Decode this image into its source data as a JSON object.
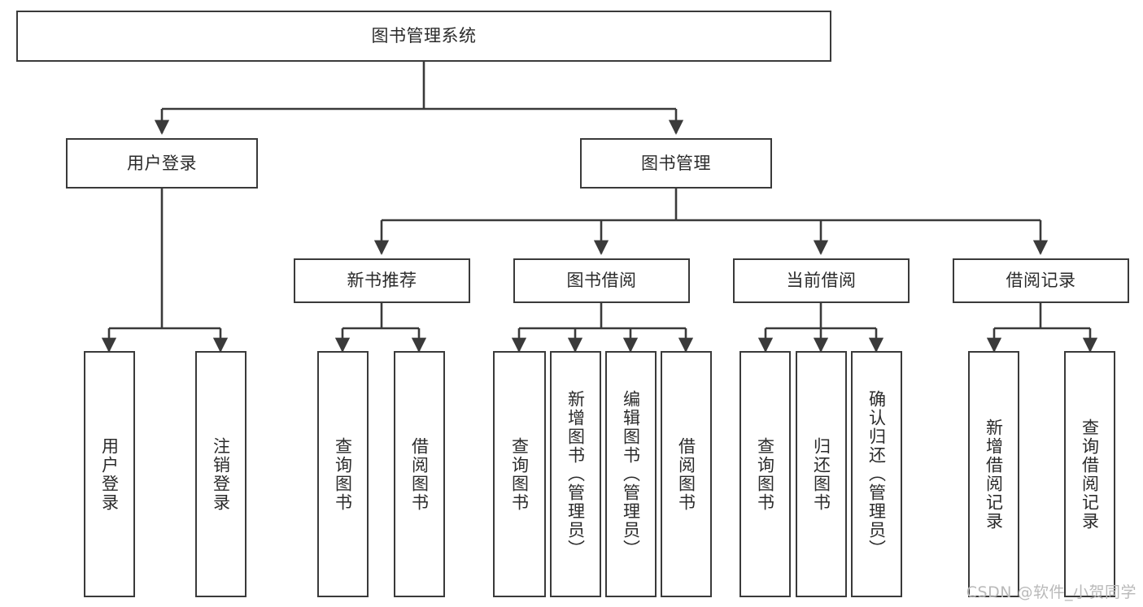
{
  "diagram": {
    "title": "图书管理系统",
    "watermark": "CSDN @软件_小贺同学",
    "line_color": "#3a3a3a",
    "text_color": "#2b2b2b",
    "background": "#ffffff",
    "levels": {
      "root": {
        "label": "图书管理系统"
      },
      "level2": [
        {
          "label": "用户登录"
        },
        {
          "label": "图书管理"
        }
      ],
      "level3": [
        {
          "label": "新书推荐"
        },
        {
          "label": "图书借阅"
        },
        {
          "label": "当前借阅"
        },
        {
          "label": "借阅记录"
        }
      ],
      "level4": [
        {
          "label": "用户登录"
        },
        {
          "label": "注销登录"
        },
        {
          "label": "查询图书"
        },
        {
          "label": "借阅图书"
        },
        {
          "label": "查询图书"
        },
        {
          "label": "新增图书（管理员）"
        },
        {
          "label": "编辑图书（管理员）"
        },
        {
          "label": "借阅图书"
        },
        {
          "label": "查询图书"
        },
        {
          "label": "归还图书"
        },
        {
          "label": "确认归还（管理员）"
        },
        {
          "label": "新增借阅记录"
        },
        {
          "label": "查询借阅记录"
        }
      ]
    }
  }
}
